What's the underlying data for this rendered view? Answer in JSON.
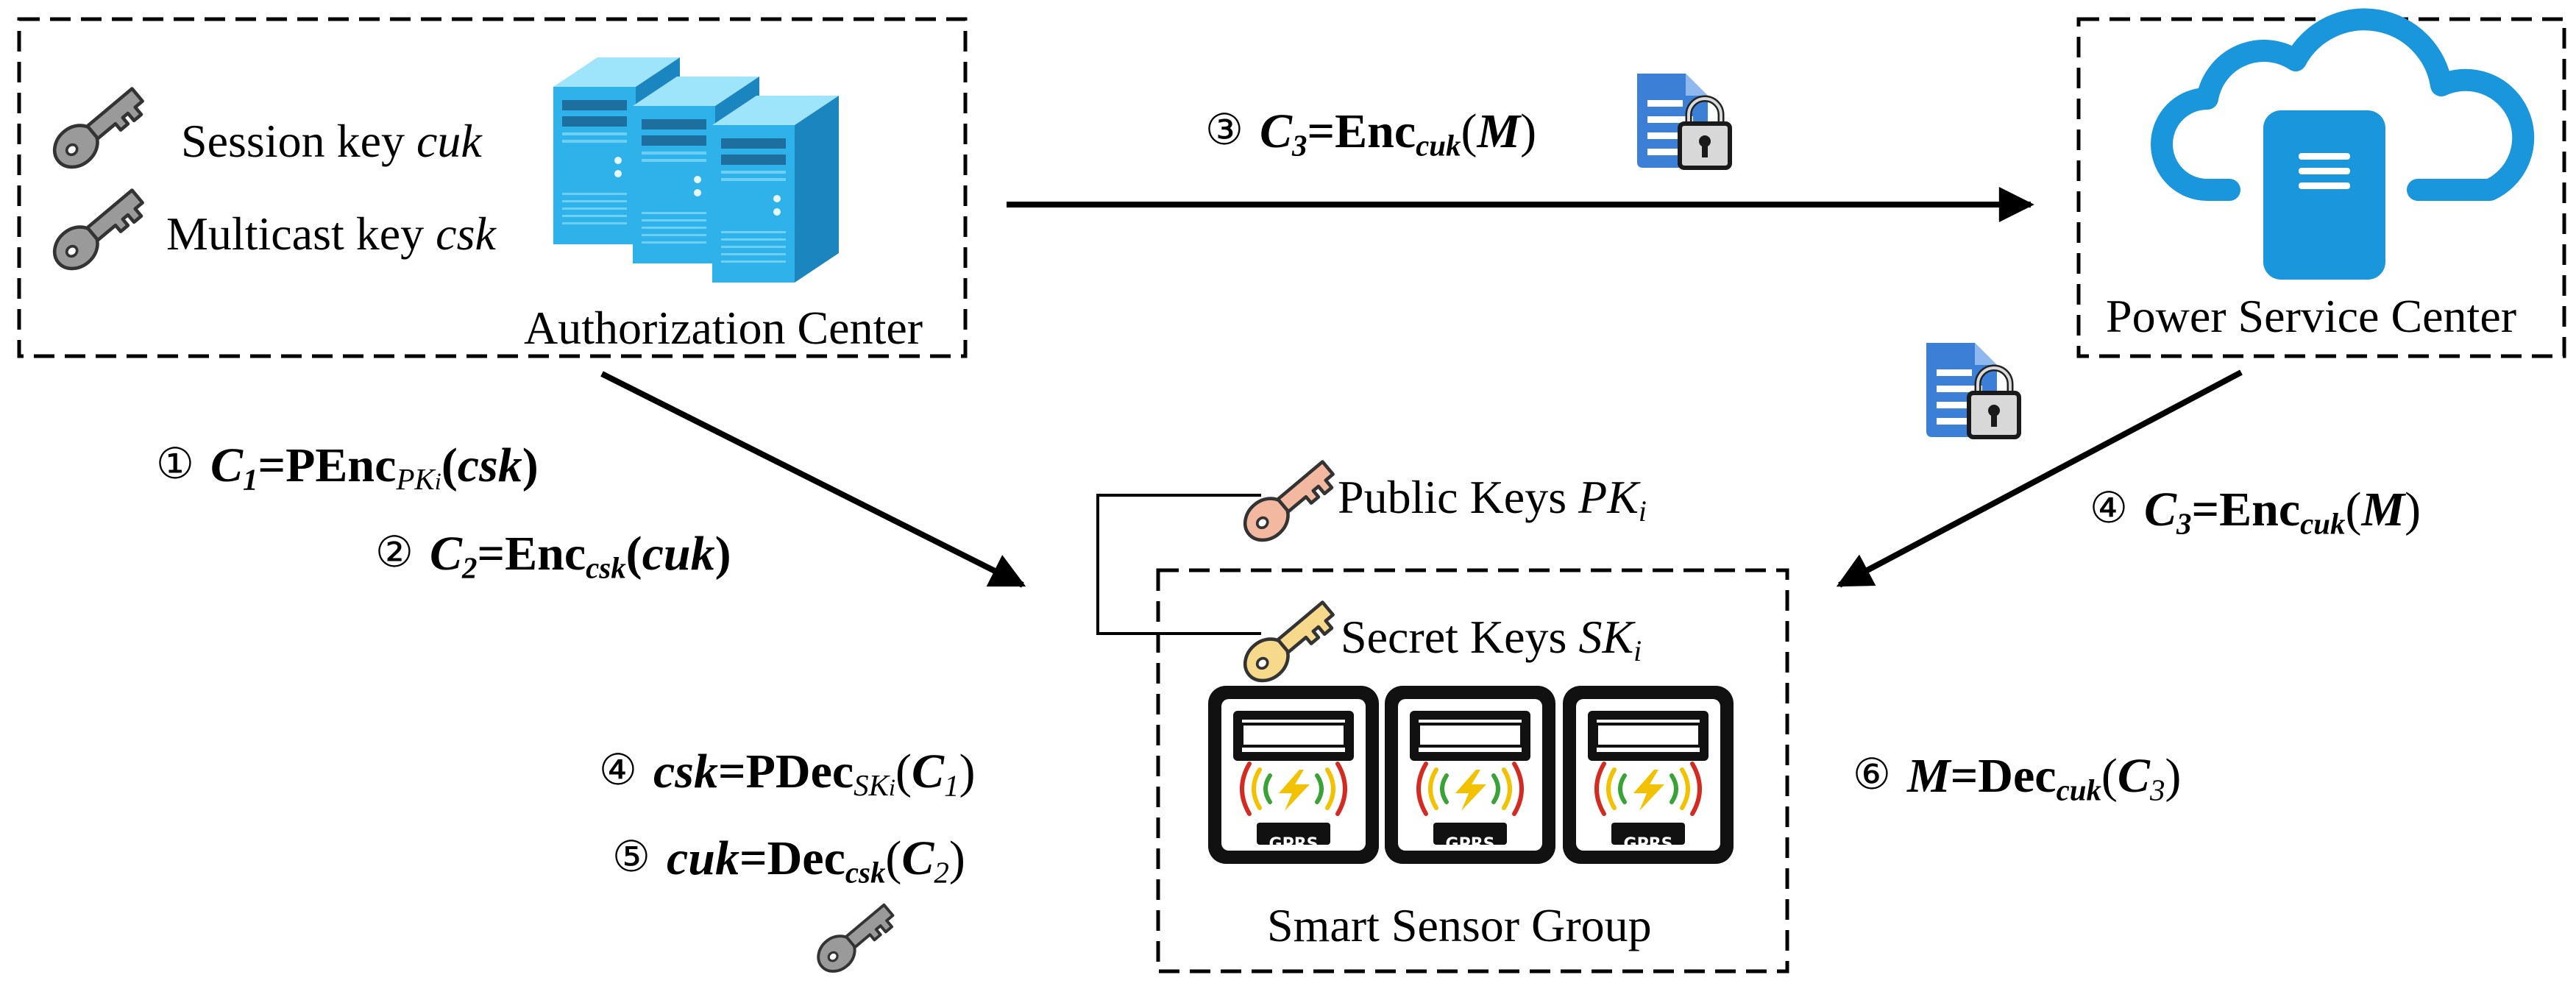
{
  "boxes": {
    "authorization": {
      "title": "Authorization Center",
      "session_key_label": "Session key",
      "session_key_var": "cuk",
      "multicast_key_label": "Multicast key",
      "multicast_key_var": "csk"
    },
    "power_service": {
      "title": "Power Service Center"
    },
    "sensor_group": {
      "title": "Smart Sensor Group",
      "public_keys_label": "Public Keys",
      "public_keys_var": "PK",
      "public_keys_sub": "i",
      "secret_keys_label": "Secret Keys",
      "secret_keys_var": "SK",
      "secret_keys_sub": "i",
      "meter_badge": "GPRS"
    }
  },
  "steps": {
    "s1": {
      "num": "①",
      "lhs": "C",
      "lhs_sub": "1",
      "eq": "=",
      "fn": "PEnc",
      "fn_sub": "PK",
      "fn_sub_i": "i",
      "open": "(",
      "arg": "csk",
      "close": ")"
    },
    "s2": {
      "num": "②",
      "lhs": "C",
      "lhs_sub": "2",
      "eq": "=",
      "fn": "Enc",
      "fn_sub": "csk",
      "open": "(",
      "arg": "cuk",
      "close": ")"
    },
    "s3": {
      "num": "③",
      "lhs": "C",
      "lhs_sub": "3",
      "eq": "=",
      "fn": "Enc",
      "fn_sub": "cuk",
      "open": "(",
      "arg": "M",
      "close": ")"
    },
    "s4r": {
      "num": "④",
      "lhs": "C",
      "lhs_sub": "3",
      "eq": "=",
      "fn": "Enc",
      "fn_sub": "cuk",
      "open": "(",
      "arg": "M",
      "close": ")"
    },
    "s4l": {
      "num": "④",
      "lhs": "csk",
      "eq": "=",
      "fn": "PDec",
      "fn_sub": "SK",
      "fn_sub_i": "i",
      "open": "(",
      "arg": "C",
      "arg_sub": "1",
      "close": ")"
    },
    "s5": {
      "num": "⑤",
      "lhs": "cuk",
      "eq": "=",
      "fn": "Dec",
      "fn_sub": "csk",
      "open": "(",
      "arg": "C",
      "arg_sub": "2",
      "close": ")"
    },
    "s6": {
      "num": "⑥",
      "lhs": "M",
      "eq": "=",
      "fn": "Dec",
      "fn_sub": "cuk",
      "open": "(",
      "arg": "C",
      "arg_sub": "3",
      "close": ")"
    }
  },
  "colors": {
    "server_light": "#48c6f2",
    "server_mid": "#25a8e2",
    "server_dark": "#1b85bf",
    "cloud": "#1a96dd",
    "doc": "#3b7fd6",
    "key_gray": "#9a9a9a",
    "key_pink": "#f2b8a0",
    "key_yellow": "#f7d98b",
    "spark_yellow": "#f2c200",
    "wave_green": "#3aa335",
    "wave_red": "#d42a1f"
  },
  "icons": [
    "gray-key-icon",
    "pink-key-icon",
    "yellow-key-icon",
    "server-rack-icon",
    "cloud-server-icon",
    "locked-document-icon",
    "smart-meter-icon",
    "arrow-icon"
  ]
}
